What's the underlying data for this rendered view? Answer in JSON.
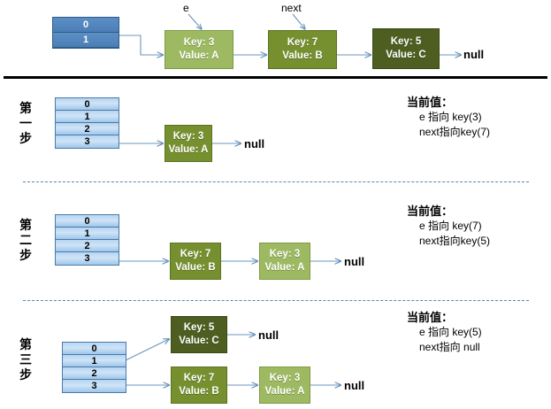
{
  "diagram": {
    "title_concept": "HashMap rehash / linked-list transfer steps",
    "null_label": "null",
    "pointer_labels": {
      "e": "e",
      "next": "next"
    }
  },
  "top": {
    "bucket": {
      "cells": [
        "0",
        "1"
      ]
    },
    "nodes": [
      {
        "key_line": "Key: 3",
        "value_line": "Value: A",
        "shade": "g-light"
      },
      {
        "key_line": "Key: 7",
        "value_line": "Value: B",
        "shade": "g-mid"
      },
      {
        "key_line": "Key: 5",
        "value_line": "Value: C",
        "shade": "g-dark"
      }
    ],
    "tail": "null",
    "e_label": "e",
    "next_label": "next"
  },
  "steps": [
    {
      "label_chars": [
        "第",
        "一",
        "步"
      ],
      "bucket": {
        "cells": [
          "0",
          "1",
          "2",
          "3"
        ]
      },
      "nodes": [
        {
          "key_line": "Key: 3",
          "value_line": "Value: A",
          "shade": "g-mid"
        }
      ],
      "tail": "null",
      "info": {
        "head": "当前值：",
        "line1": "e 指向 key(3)",
        "line2": "next指向key(7)"
      }
    },
    {
      "label_chars": [
        "第",
        "二",
        "步"
      ],
      "bucket": {
        "cells": [
          "0",
          "1",
          "2",
          "3"
        ]
      },
      "nodes": [
        {
          "key_line": "Key: 7",
          "value_line": "Value: B",
          "shade": "g-mid"
        },
        {
          "key_line": "Key: 3",
          "value_line": "Value: A",
          "shade": "g-light"
        }
      ],
      "tail": "null",
      "info": {
        "head": "当前值：",
        "line1": "e 指向 key(7)",
        "line2": "next指向key(5)"
      }
    },
    {
      "label_chars": [
        "第",
        "三",
        "步"
      ],
      "bucket": {
        "cells": [
          "0",
          "1",
          "2",
          "3"
        ]
      },
      "chain_top": [
        {
          "key_line": "Key: 5",
          "value_line": "Value: C",
          "shade": "g-dark"
        }
      ],
      "chain_top_tail": "null",
      "chain_bottom": [
        {
          "key_line": "Key: 7",
          "value_line": "Value: B",
          "shade": "g-mid"
        },
        {
          "key_line": "Key: 3",
          "value_line": "Value: A",
          "shade": "g-light"
        }
      ],
      "chain_bottom_tail": "null",
      "info": {
        "head": "当前值：",
        "line1": "e 指向 key(5)",
        "line2": "next指向 null"
      }
    }
  ],
  "colors": {
    "green_light": "#9dba62",
    "green_mid": "#76902f",
    "green_dark": "#4d5e20",
    "blue_table": "#b6d5f0",
    "blue_table_dark": "#4a7fb5",
    "arrow": "#6b94bd",
    "divider_dashed": "#5b86ad",
    "divider_solid": "#000000"
  }
}
